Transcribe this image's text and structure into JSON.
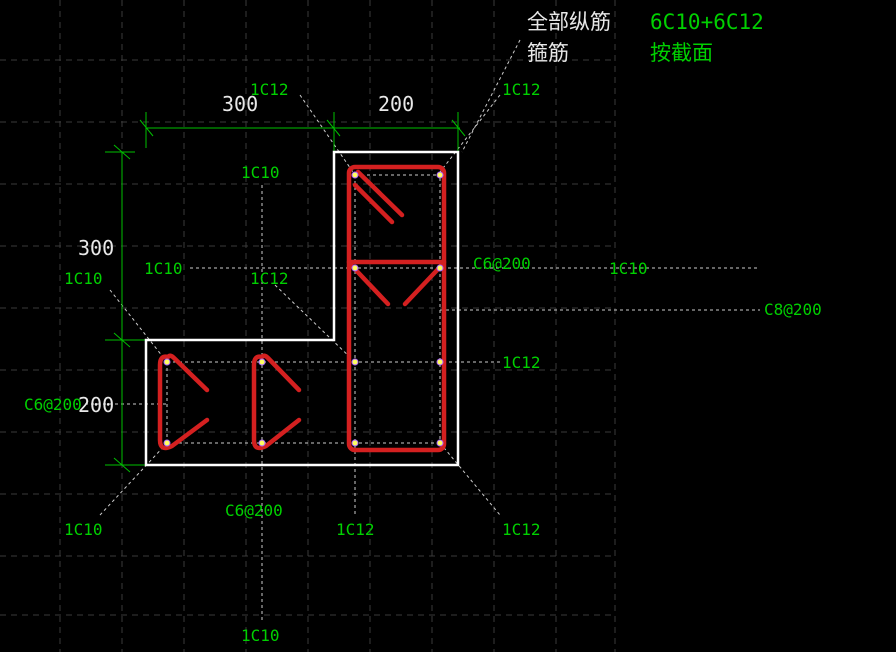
{
  "header": {
    "all_long_rebar_label": "全部纵筋",
    "all_long_rebar_value": "6C10+6C12",
    "stirrup_label": "箍筋",
    "stirrup_value": "按截面"
  },
  "dimensions": {
    "top_left": "300",
    "top_right": "200",
    "left_upper": "300",
    "left_lower": "200"
  },
  "labels": {
    "top_corner_left": "1C12",
    "top_corner_right": "1C12",
    "inner_top": "1C10",
    "left_mid": "1C10",
    "inner_mid": "1C12",
    "left_upper_corner": "1C10",
    "stirrup_right": "C6@200",
    "mid_right": "1C10",
    "stirrup_main": "C8@200",
    "right_mid": "1C12",
    "stirrup_left": "C6@200",
    "bottom_left_corner": "1C10",
    "stirrup_bottom": "C6@200",
    "bottom_mid": "1C12",
    "bottom_right_corner": "1C12",
    "bottom_far": "1C10"
  },
  "colors": {
    "background": "#000000",
    "grid": "#555555",
    "outline": "#ffffff",
    "dimension": "#00c000",
    "label": "#00d000",
    "rebar": "#d42020",
    "bar_dot": "#ffff60",
    "leader": "#cccccc"
  }
}
